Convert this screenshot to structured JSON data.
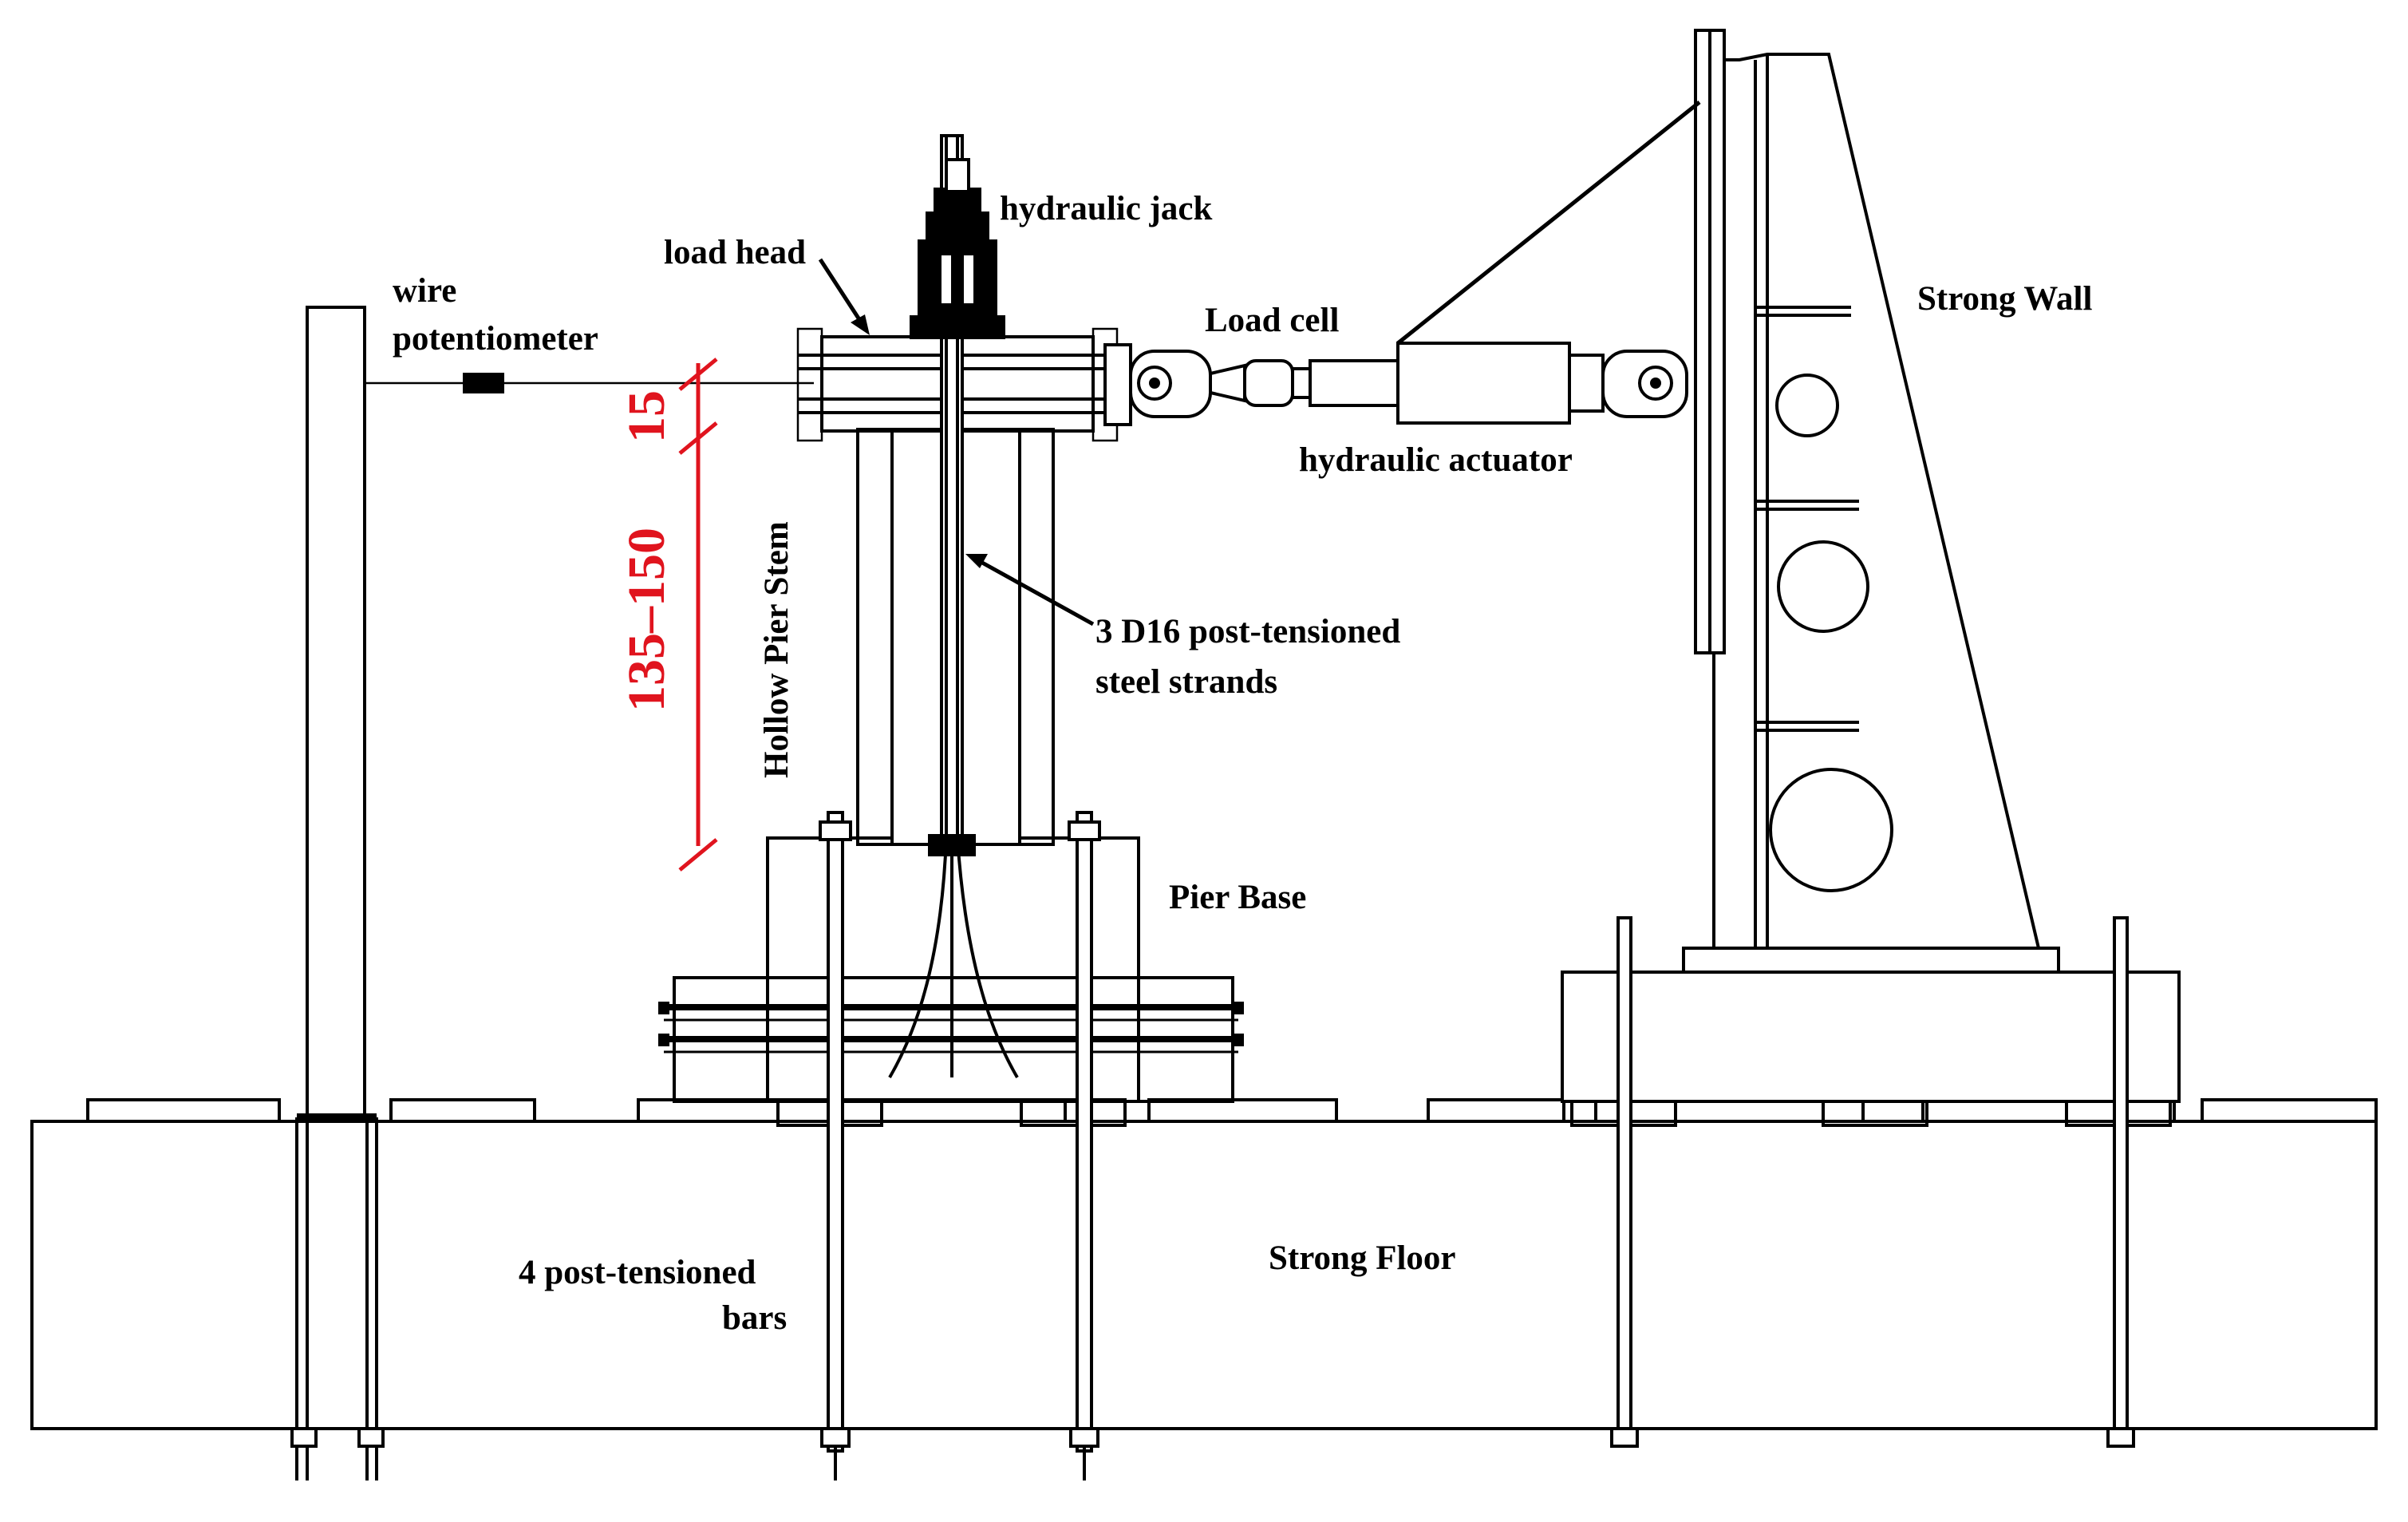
{
  "labels": {
    "hydraulic_jack": "hydraulic jack",
    "load_head": "load head",
    "wire": "wire",
    "potentiometer": "potentiometer",
    "load_cell": "Load cell",
    "strong_wall": "Strong Wall",
    "hydraulic_actuator": "hydraulic actuator",
    "hollow_pier_stem": "Hollow Pier Stem",
    "strands_line1": "3 D16 post-tensioned",
    "strands_line2": "steel strands",
    "pier_base": "Pier Base",
    "strong_floor": "Strong Floor",
    "bars_line1": "4 post-tensioned",
    "bars_line2": "bars"
  },
  "dimensions": {
    "top": "15",
    "stem": "135–150"
  },
  "colors": {
    "dimension": "#e0141e",
    "ink": "#000000",
    "paper": "#ffffff"
  }
}
